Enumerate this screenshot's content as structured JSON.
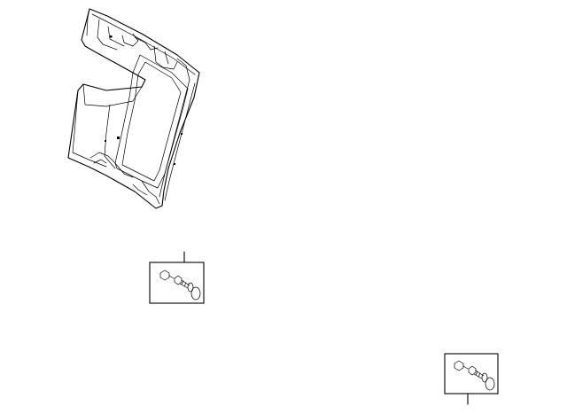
{
  "diagram": {
    "parts": [
      {
        "id": "seat-back-frame",
        "icon": "seat-frame-icon"
      },
      {
        "id": "bolt-kit-1",
        "icon": "bolt-washer-icon"
      },
      {
        "id": "bolt-kit-2",
        "icon": "bolt-washer-icon"
      }
    ],
    "line_color": "#000000",
    "background": "#ffffff"
  }
}
